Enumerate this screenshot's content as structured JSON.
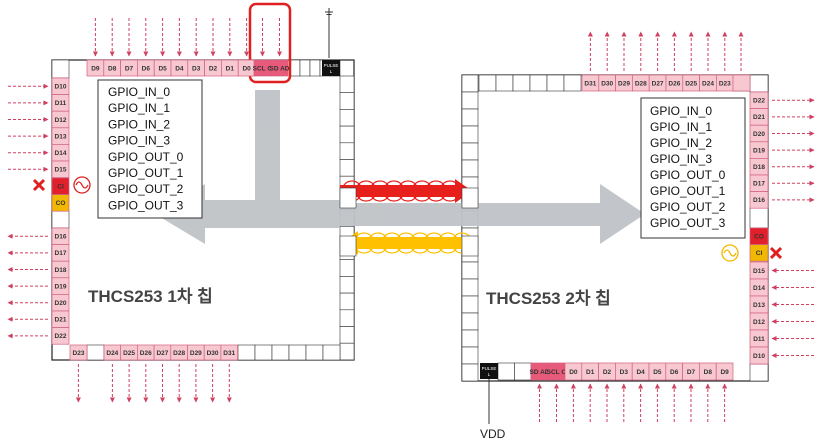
{
  "chip1": {
    "name": "THCS253 1차 칩",
    "top_pins": [
      "D9",
      "D8",
      "D7",
      "D6",
      "D5",
      "D4",
      "D3",
      "D2",
      "D1",
      "D0"
    ],
    "top_special": [
      "SCL O",
      "SD AD"
    ],
    "pulse_label": "PULSE L",
    "left_in_pins": [
      "D10",
      "D11",
      "D12",
      "D13",
      "D14",
      "D15"
    ],
    "left_ctrl_pins": [
      "CI",
      "CO"
    ],
    "left_out_pins": [
      "D16",
      "D17",
      "D18",
      "D19",
      "D20",
      "D21",
      "D22"
    ],
    "bottom_pins": [
      "D23",
      "D24",
      "D25",
      "D26",
      "D27",
      "D28",
      "D29",
      "D30",
      "D31"
    ],
    "gpio": [
      "GPIO_IN_0",
      "GPIO_IN_1",
      "GPIO_IN_2",
      "GPIO_IN_3",
      "GPIO_OUT_0",
      "GPIO_OUT_1",
      "GPIO_OUT_2",
      "GPIO_OUT_3"
    ]
  },
  "chip2": {
    "name": "THCS253 2차 칩",
    "top_pins": [
      "D31",
      "D30",
      "D29",
      "D28",
      "D27",
      "D26",
      "D25",
      "D24",
      "D23"
    ],
    "right_out_pins": [
      "D22",
      "D21",
      "D20",
      "D19",
      "D18",
      "D17",
      "D16"
    ],
    "right_ctrl_pins": [
      "CO",
      "CI"
    ],
    "right_in_pins": [
      "D15",
      "D14",
      "D13",
      "D12",
      "D11",
      "D10"
    ],
    "bottom_special": [
      "SD AD",
      "SCL O"
    ],
    "bottom_pins": [
      "D0",
      "D1",
      "D2",
      "D3",
      "D4",
      "D5",
      "D6",
      "D7",
      "D8",
      "D9"
    ],
    "pulse_label": "PULSE L",
    "gpio": [
      "GPIO_IN_0",
      "GPIO_IN_1",
      "GPIO_IN_2",
      "GPIO_IN_3",
      "GPIO_OUT_0",
      "GPIO_OUT_1",
      "GPIO_OUT_2",
      "GPIO_OUT_3"
    ]
  },
  "vdd_label": "VDD",
  "colors": {
    "pin_fill": "#f8c8d0",
    "pin_stroke": "#d06080",
    "signal_arrow": "#d04060",
    "ctrl_red": "#e0202a",
    "ctrl_yellow": "#f0b800",
    "flow_arrow": "#bfc3c7",
    "red_link": "#e8201c",
    "yellow_link": "#ffc000",
    "highlight": "#e02020"
  }
}
